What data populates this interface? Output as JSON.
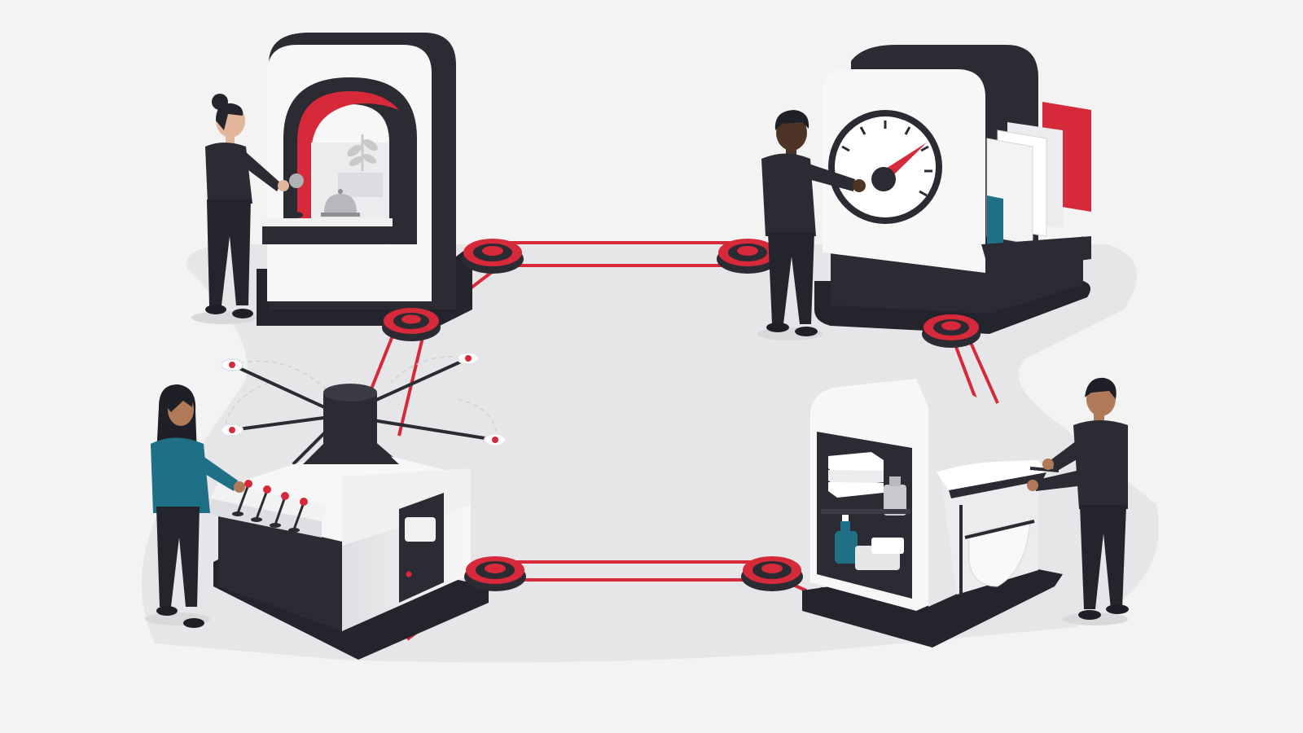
{
  "palette": {
    "background": "#f3f3f4",
    "shadow": "#e4e4e6",
    "dark": "#2a2b33",
    "darker": "#1f2027",
    "white": "#fbfbfb",
    "light_gray": "#dcdde0",
    "red": "#d62a3a",
    "teal": "#1f6f86",
    "skin_light": "#e3b59a",
    "skin_medium": "#b07a58",
    "skin_dark": "#4e3426"
  },
  "stations": [
    {
      "name": "reception-desk-station",
      "features": [
        "arch-icon",
        "plant-icon",
        "service-bell-icon",
        "joystick-icon"
      ]
    },
    {
      "name": "gauge-and-files-station",
      "features": [
        "dial-gauge-icon",
        "file-folders-icon"
      ]
    },
    {
      "name": "control-hub-station",
      "features": [
        "radial-hub-icon",
        "lever-panel-icon",
        "door-icon"
      ]
    },
    {
      "name": "housekeeping-station",
      "features": [
        "towels-icon",
        "bottle-icon",
        "laundry-cart-icon"
      ]
    }
  ],
  "people": [
    {
      "name": "person-front-desk",
      "shirt": "#2a2b33"
    },
    {
      "name": "person-turning-dial",
      "shirt": "#2a2b33"
    },
    {
      "name": "person-operating-levers",
      "shirt": "#1f6f86"
    },
    {
      "name": "person-pushing-cart",
      "shirt": "#2a2b33"
    }
  ],
  "connections": [
    {
      "from": "node-1",
      "to": "node-2"
    },
    {
      "from": "node-1",
      "to": "node-3"
    },
    {
      "from": "node-3",
      "to": "node-hub"
    },
    {
      "from": "node-2",
      "to": "node-4"
    },
    {
      "from": "node-4",
      "to": "node-6"
    },
    {
      "from": "node-5",
      "to": "node-6"
    }
  ]
}
